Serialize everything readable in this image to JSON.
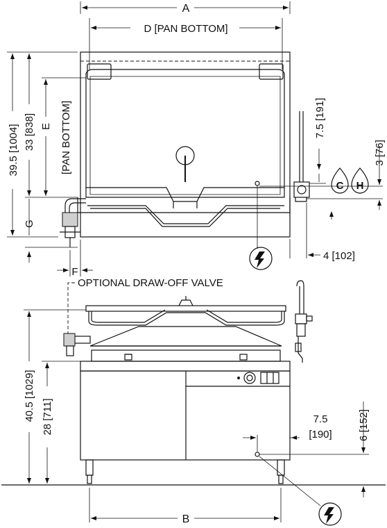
{
  "top_view": {
    "dim_a": "A",
    "dim_d": "D [PAN BOTTOM]",
    "dim_overall_depth": "39.5 [1004]",
    "dim_depth_33": "33 [838]",
    "dim_e": "E",
    "dim_e_note": "[PAN BOTTOM]",
    "dim_g": "G",
    "dim_f": "F",
    "dim_faucet": "7.5 [191]",
    "dim_3": "3 [76]",
    "dim_4": "4 [102]",
    "cold_symbol": "C",
    "hot_symbol": "H"
  },
  "front_view": {
    "valve_label": "OPTIONAL DRAW-OFF VALVE",
    "dim_height_40": "40.5 [1029]",
    "dim_height_28": "28 [711]",
    "dim_7_5": "7.5",
    "dim_190": "[190]",
    "dim_6": "6 [152]",
    "dim_b": "B"
  }
}
